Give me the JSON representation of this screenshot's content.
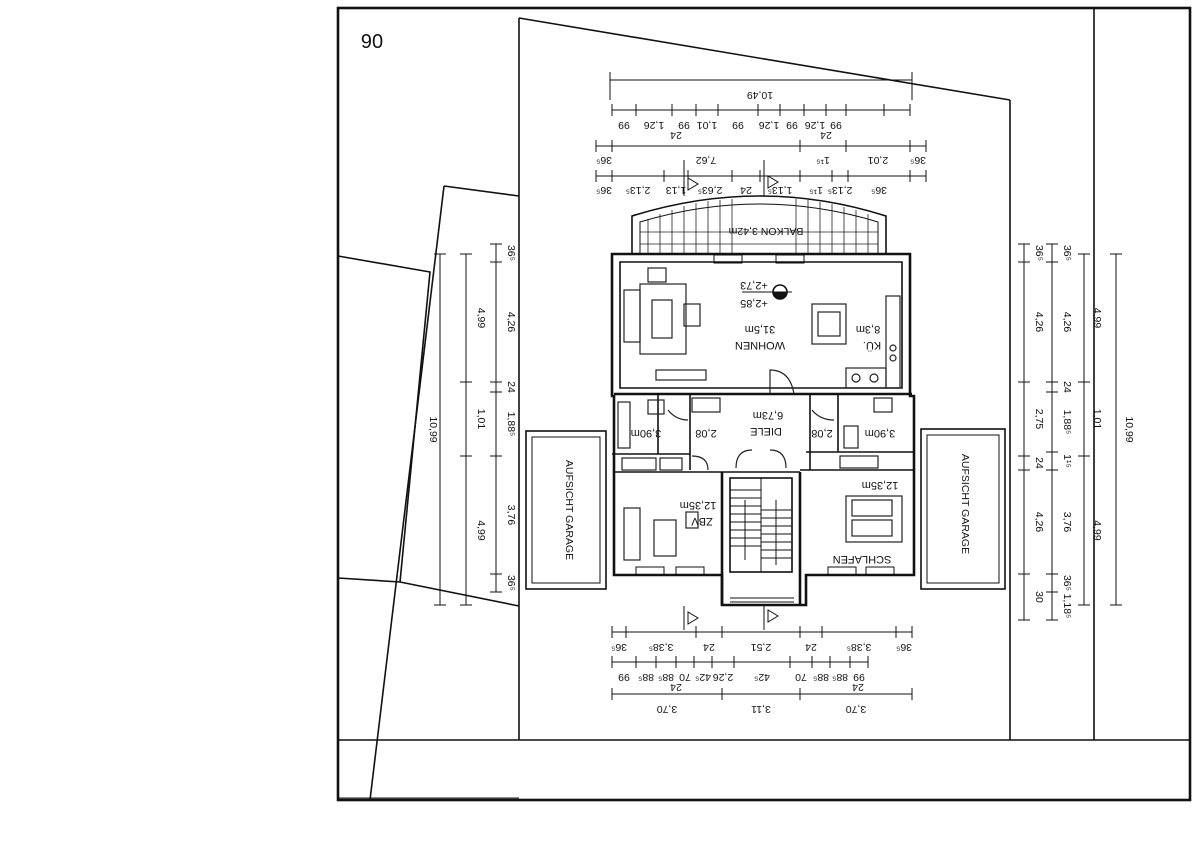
{
  "sheet": {
    "page_number": "06"
  },
  "rooms": {
    "wohnen": {
      "name": "WOHNEN",
      "area": "31,5",
      "unit": "m"
    },
    "kueche": {
      "name": "KÜ.",
      "area": "8,3",
      "unit": "m"
    },
    "diele": {
      "name": "DIELE",
      "area": "6,73",
      "unit": "m"
    },
    "zbv": {
      "name": "ZBV",
      "area": "12,35",
      "unit": "m"
    },
    "schlafen": {
      "name": "SCHLAFEN",
      "area": "12,35",
      "unit": "m"
    },
    "bad_left": {
      "area": "3,90",
      "unit": "m"
    },
    "bad_right": {
      "area": "3,90",
      "unit": "m"
    },
    "flur_left": {
      "area": "2,08"
    },
    "flur_right": {
      "area": "2,08"
    },
    "balkon": {
      "name": "BALKON",
      "area": "3,42",
      "unit": "m"
    }
  },
  "levels": {
    "upper": "+2,73",
    "lower": "+2,85"
  },
  "garages": {
    "left": {
      "label": "AUFSICHT GARAGE"
    },
    "right": {
      "label": "AUFSICHT GARAGE"
    }
  },
  "dimensions": {
    "top": {
      "overall": "10,49",
      "chain1": [
        "99",
        "1,26",
        "99",
        "1,01",
        "99",
        "1,26",
        "99",
        "1,26",
        "99"
      ],
      "chain1_sub": [
        "24",
        "24"
      ],
      "chain2": [
        "36⁵",
        "7,62",
        "1¹⁵",
        "2,01",
        "36⁵"
      ],
      "chain3": [
        "36⁵",
        "2,13⁵",
        "1,13",
        "2,63⁵",
        "24",
        "1,13⁵",
        "1¹⁵",
        "2,13⁵",
        "36⁵"
      ]
    },
    "bottom": {
      "chain1": [
        "36⁵",
        "3,38⁵",
        "24",
        "2,51",
        "24",
        "3,38⁵",
        "36⁵"
      ],
      "chain2": [
        "99",
        "88⁵",
        "88⁵",
        "70",
        "42⁵",
        "2,26",
        "42⁵",
        "70",
        "88⁵",
        "88⁵",
        "99"
      ],
      "chain2_sub": [
        "24",
        "24"
      ],
      "chain3": [
        "3,70",
        "3,11",
        "3,70"
      ]
    },
    "left": {
      "overall": "10,99",
      "chain1": [
        "4,99",
        "1,01",
        "4,99"
      ],
      "chain2": [
        "36⁵",
        "4,26",
        "24",
        "1,88⁵",
        "3,76",
        "36⁵"
      ]
    },
    "right": {
      "overall": "10,99",
      "chain1": [
        "4,99",
        "1,01",
        "4,99"
      ],
      "chain2": [
        "36⁵",
        "4,26",
        "24",
        "1,88⁵",
        "1¹⁵",
        "3,76",
        "36⁵",
        "1,18⁵"
      ],
      "chain3": [
        "36⁵",
        "4,26",
        "2,75",
        "24",
        "4,26",
        "30"
      ]
    }
  }
}
